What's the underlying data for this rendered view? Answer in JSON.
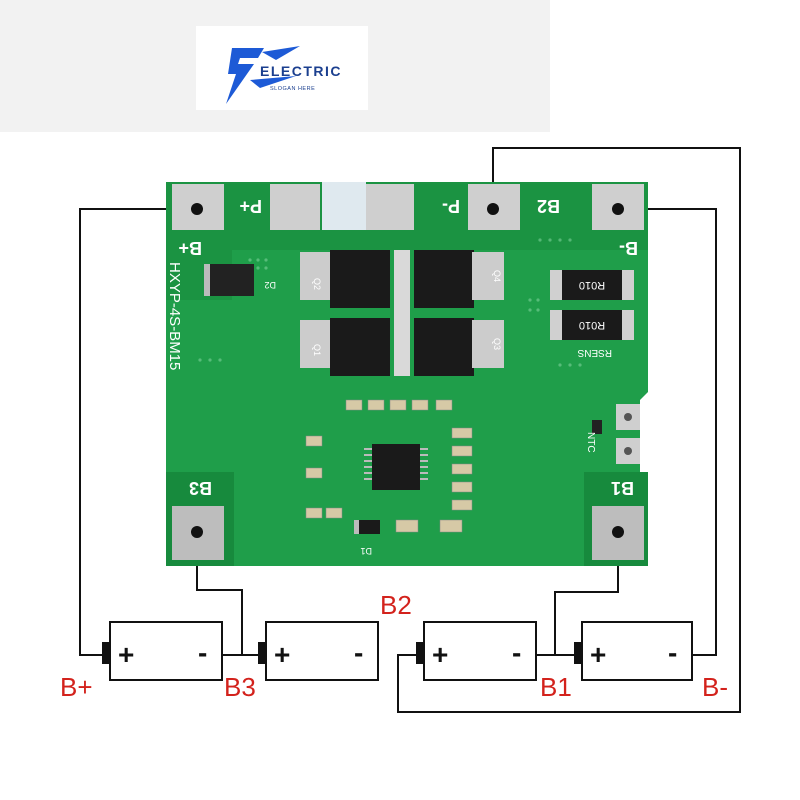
{
  "logo": {
    "brand": "ELECTRIC",
    "slogan": "SLOGAN HERE",
    "colors": {
      "mark": "#1d5ad6",
      "text": "#1b3f8f",
      "banner": "#f2f2f2"
    }
  },
  "board": {
    "model": "HXYP-4S-BM15",
    "pads_top": [
      "B+",
      "P+",
      "P-",
      "B2",
      "B-"
    ],
    "pads_side": [
      "B3",
      "B1"
    ],
    "components": [
      "Q1",
      "Q2",
      "Q3",
      "Q4",
      "D1",
      "D2",
      "NTC",
      "RSENS",
      "R010"
    ],
    "colors": {
      "pcb": "#1f9e4a",
      "pcb_dark": "#178a3d",
      "pad": "#cfcfcf",
      "chip": "#1a1a1a"
    }
  },
  "wiring": {
    "labels": [
      "B+",
      "B3",
      "B2",
      "B1",
      "B-"
    ],
    "cell_signs": {
      "positive": "+",
      "negative": "-"
    },
    "colors": {
      "label": "#d3221c",
      "wire": "#111111"
    }
  }
}
